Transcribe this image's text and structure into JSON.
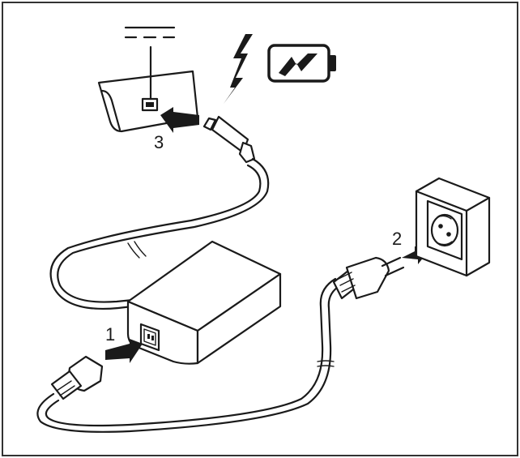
{
  "diagram": {
    "steps": [
      {
        "number": "1"
      },
      {
        "number": "2"
      },
      {
        "number": "3"
      }
    ],
    "icons": [
      "dc-symbol-icon",
      "lightning-icon",
      "battery-charging-icon",
      "power-socket-icon",
      "ac-adapter-icon",
      "power-plug-icon"
    ],
    "colors": {
      "stroke": "#1a1a1a",
      "background": "#ffffff",
      "frame": "#333333"
    }
  }
}
